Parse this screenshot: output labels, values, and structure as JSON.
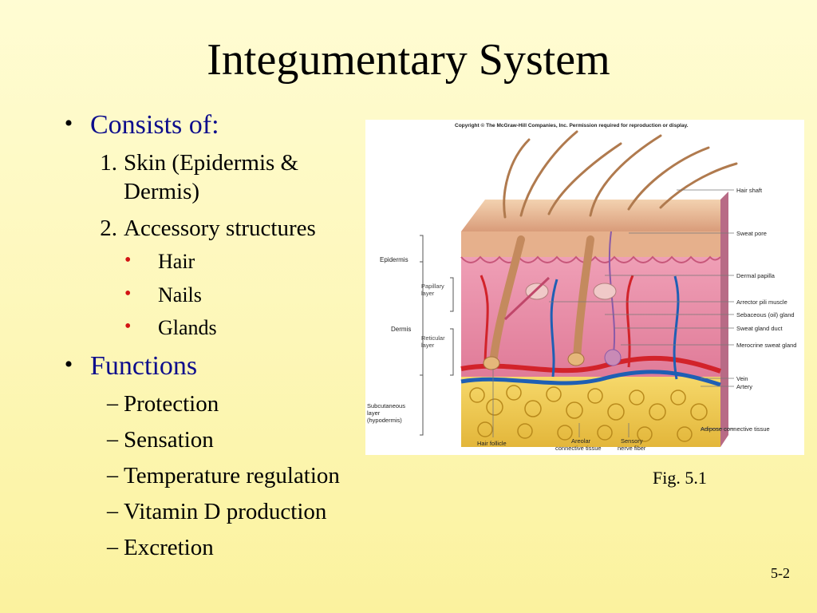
{
  "slide": {
    "title": "Integumentary System",
    "slide_number": "5-2",
    "figure_caption": "Fig. 5.1"
  },
  "outline": {
    "consists_heading": "Consists of:",
    "items": [
      {
        "marker": "1.",
        "line1": "Skin (Epidermis &",
        "line2": "Dermis)"
      },
      {
        "marker": "2.",
        "line1": "Accessory structures"
      }
    ],
    "accessory_structures": [
      "Hair",
      "Nails",
      "Glands"
    ],
    "functions_heading": "Functions",
    "functions": [
      "Protection",
      "Sensation",
      "Temperature regulation",
      "Vitamin D production",
      "Excretion"
    ]
  },
  "figure": {
    "copyright": "Copyright © The McGraw-Hill Companies, Inc. Permission required for reproduction or display.",
    "left_labels": {
      "epidermis": "Epidermis",
      "papillary": [
        "Papillary",
        "layer"
      ],
      "dermis": "Dermis",
      "reticular": [
        "Reticular",
        "layer"
      ],
      "subcutaneous": [
        "Subcutaneous",
        "layer",
        "(hypodermis)"
      ]
    },
    "right_labels": [
      "Hair shaft",
      "Sweat pore",
      "Dermal papilla",
      "Arrector pili muscle",
      "Sebaceous (oil) gland",
      "Sweat gland duct",
      "Merocrine sweat gland",
      "Vein",
      "Artery",
      "Adipose connective tissue"
    ],
    "bottom_labels": {
      "hair_follicle": "Hair follicle",
      "areolar": [
        "Areolar",
        "connective tissue"
      ],
      "sensory": [
        "Sensory",
        "nerve fiber"
      ]
    },
    "colors": {
      "epidermis": "#e8b890",
      "dermis": "#e889a6",
      "hypodermis": "#f2c94a",
      "artery": "#d2232a",
      "vein": "#1f5fb4",
      "hair": "#b07a4e"
    }
  }
}
